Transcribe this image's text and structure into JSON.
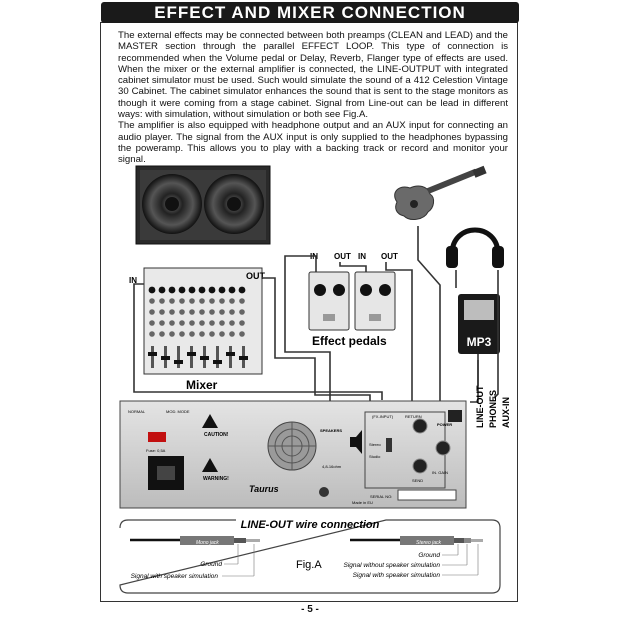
{
  "title": "EFFECT AND MIXER CONNECTION",
  "paragraphs": [
    "The external effects may be connected between both preamps (CLEAN and LEAD) and the MASTER section through the parallel EFFECT LOOP. This type of connection is recommended when the Volume pedal or Delay, Reverb, Flanger type of effects are used. When the mixer or the external amplifier is connected, the LINE-OUTPUT with integrated cabinet simulator must be used. Such would simulate the sound of a 412 Celestion Vintage 30 Cabinet. The cabinet simulator enhances the sound that is sent to the stage monitors as though it were coming from a stage cabinet. Signal from Line-out can be lead in different ways: with simulation, without simulation or both see Fig.A.",
    "The amplifier is also equipped with headphone output and an AUX input for connecting an audio player. The signal from the AUX input is only supplied to the headphones bypassing the poweramp. This allows you to play with a backing track or record and monitor your signal."
  ],
  "diagram": {
    "mixer_label": "Mixer",
    "mixer_in": "IN",
    "mixer_out": "OUT",
    "pedal_in_1": "IN",
    "pedal_out_1": "OUT",
    "pedal_in_2": "IN",
    "pedal_out_2": "OUT",
    "effect_pedals_label": "Effect pedals",
    "mp3_label": "MP3",
    "line_out_label": "LINE-OUT",
    "phones_label": "PHONES",
    "aux_in_label": "AUX-IN",
    "amp_panel": {
      "normal": "NORMAL",
      "mod": "MOD. MODE",
      "fuse": "Fuse: 0,5A",
      "caution": "CAUTION!",
      "warning": "WARNING!",
      "speakers": "SPEAKERS",
      "ohm": "4,8-16ohm",
      "fx_input": "(FX-INPUT)",
      "return": "RETURN",
      "send": "SEND",
      "stereo": "Stereo",
      "studio": "Studio",
      "power": "POWER",
      "in_gain": "IN. GAIN",
      "serial": "SERIAL NO:",
      "brand": "Taurus",
      "made_in": "Made in EU"
    },
    "wire_title": "LINE-OUT wire connection",
    "mono_jack": "Mono jack",
    "stereo_jack": "Stereo jack",
    "ground_left": "Ground",
    "signal_sim_left": "Signal with speaker simulation",
    "fig_label": "Fig.A",
    "ground_right": "Ground",
    "signal_nosim_right": "Signal without speaker simulation",
    "signal_sim_right": "Signal with speaker simulation"
  },
  "page_number": "- 5 -"
}
